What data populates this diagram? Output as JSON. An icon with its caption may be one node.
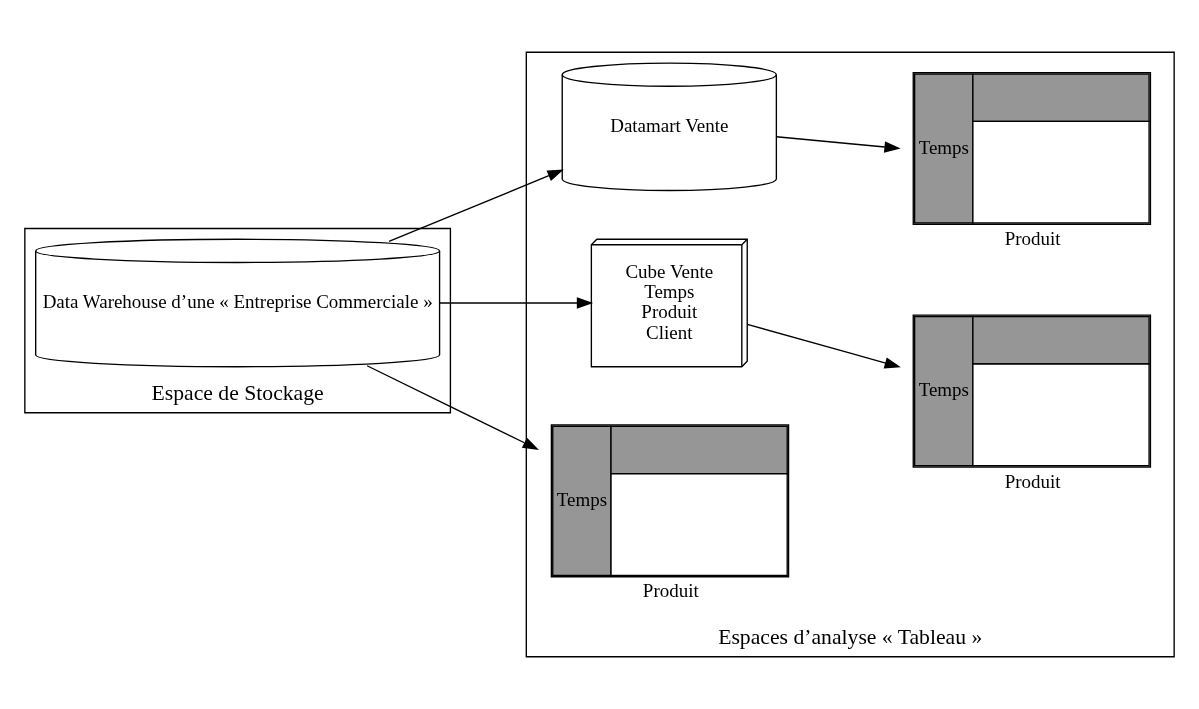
{
  "diagram": {
    "nodes": [
      {
        "text": [
          "Espace de Stockage"
        ]
      },
      {
        "text": [
          "Data Warehouse d’une « Entreprise Commerciale »"
        ],
        "in": 0
      },
      {
        "text": [
          "Espaces d’analyse « Tableau »"
        ]
      },
      {
        "text": [
          "Datamart Vente"
        ],
        "in": 2
      },
      {
        "text": [
          "Temps",
          "Produit"
        ],
        "in": 2
      },
      {
        "text": [
          "Cube Vente",
          "Temps",
          "Produit",
          "Client"
        ],
        "in": 2
      },
      {
        "text": [
          "Temps",
          "Produit"
        ],
        "in": 2
      },
      {
        "text": [
          "Temps",
          "Produit"
        ],
        "in": 2
      }
    ],
    "edges": [
      {
        "from": 1,
        "to": 3,
        "arrow": "to"
      },
      {
        "from": 1,
        "to": 5,
        "arrow": "to"
      },
      {
        "from": 1,
        "to": 7,
        "arrow": "to"
      },
      {
        "from": 3,
        "to": 4,
        "arrow": "to"
      },
      {
        "from": 5,
        "to": 6,
        "arrow": "to"
      }
    ]
  }
}
